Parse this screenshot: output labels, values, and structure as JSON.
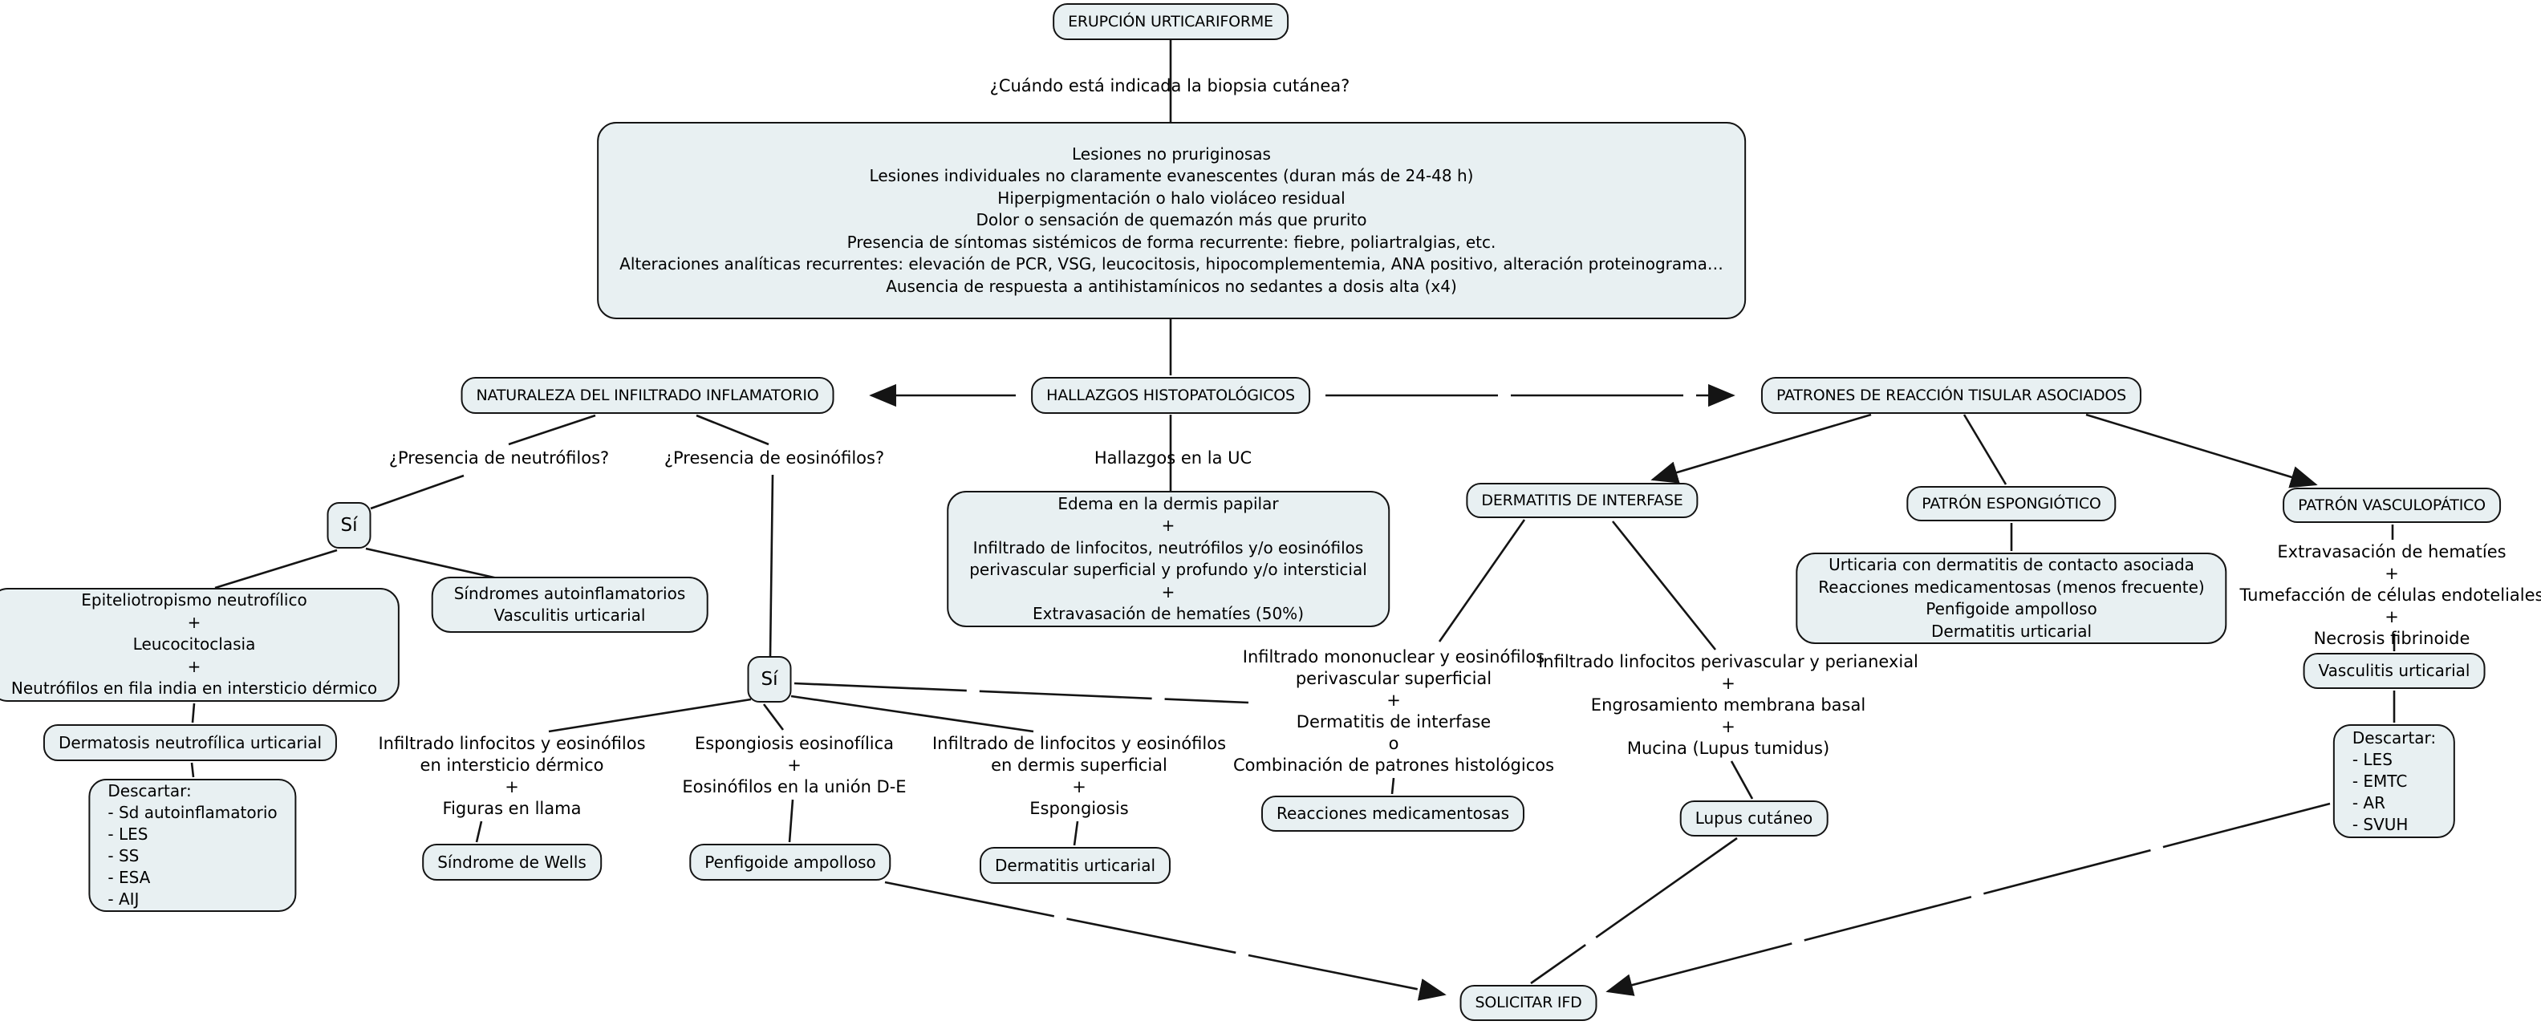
{
  "colors": {
    "node_fill": "#e8f0f2",
    "line": "#141414",
    "background": "#ffffff"
  },
  "nodes": {
    "erupcion": {
      "label": "ERUPCIÓN URTICARIFORME"
    },
    "criteria": {
      "label": "Lesiones no pruriginosas\nLesiones individuales no claramente evanescentes (duran más de 24-48 h)\nHiperpigmentación o halo violáceo residual\nDolor o sensación de quemazón más que prurito\nPresencia de síntomas sistémicos de forma recurrente: fiebre, poliartralgias, etc.\nAlteraciones analíticas recurrentes: elevación de PCR, VSG, leucocitosis, hipocomplementemia, ANA positivo, alteración proteinograma…\nAusencia de respuesta a antihistamínicos no sedantes a dosis alta (x4)"
    },
    "naturaleza": {
      "label": "NATURALEZA DEL INFILTRADO INFLAMATORIO"
    },
    "hallazgos": {
      "label": "HALLAZGOS HISTOPATOLÓGICOS"
    },
    "patrones": {
      "label": "PATRONES DE REACCIÓN TISULAR ASOCIADOS"
    },
    "si_izq": {
      "label": "Sí"
    },
    "si_centro": {
      "label": "Sí"
    },
    "dermatitis_interfase": {
      "label": "DERMATITIS DE INTERFASE"
    },
    "patron_espongiotico": {
      "label": "PATRÓN ESPONGIÓTICO"
    },
    "patron_vasculopatico": {
      "label": "PATRÓN VASCULOPÁTICO"
    },
    "hallazgos_uc_box": {
      "label": "Edema en la dermis papilar\n+\nInfiltrado de linfocitos, neutrófilos y/o eosinófilos\nperivascular superficial y profundo y/o intersticial\n+\nExtravasación de hematíes (50%)"
    },
    "sindromes": {
      "label": "Síndromes autoinflamatorios\nVasculitis urticarial"
    },
    "epiteliotropismo": {
      "label": "Epiteliotropismo neutrofílico\n+\nLeucocitoclasia\n+\nNeutrófilos en fila india en intersticio dérmico"
    },
    "urticaria_contacto": {
      "label": "Urticaria con dermatitis de contacto asociada\nReacciones medicamentosas (menos frecuente)\nPenfigoide ampolloso\nDermatitis urticarial"
    },
    "dermatosis_neutrofilica": {
      "label": "Dermatosis neutrofílica urticarial"
    },
    "descartar_izq": {
      "label": "Descartar:\n- Sd autoinflamatorio\n- LES\n- SS\n- ESA\n- AIJ"
    },
    "sindrome_wells": {
      "label": "Síndrome de Wells"
    },
    "penfigoide": {
      "label": "Penfigoide ampolloso"
    },
    "dermatitis_urticarial": {
      "label": "Dermatitis urticarial"
    },
    "reacciones_medicamentosas": {
      "label": "Reacciones medicamentosas"
    },
    "lupus_cutaneo": {
      "label": "Lupus cutáneo"
    },
    "vasculitis_urticarial": {
      "label": "Vasculitis urticarial"
    },
    "descartar_der": {
      "label": "Descartar:\n- LES\n- EMTC\n- AR\n- SVUH"
    },
    "solicitar_ifd": {
      "label": "SOLICITAR IFD"
    }
  },
  "labels": {
    "pregunta_biopsia": "¿Cuándo está indicada la biopsia cutánea?",
    "presencia_neutrofilos": "¿Presencia de neutrófilos?",
    "presencia_eosinofilos": "¿Presencia de eosinófilos?",
    "hallazgos_uc": "Hallazgos en la UC",
    "infiltrado_intersticio": "Infiltrado linfocitos y eosinófilos\nen intersticio dérmico\n+\nFiguras en llama",
    "espongiosis_eosinofilica": "Espongiosis eosinofílica\n+\nEosinófilos en la unión D-E",
    "infiltrado_dermis_superficial": "Infiltrado de linfocitos y eosinófilos\nen dermis superficial\n+\nEspongiosis",
    "infiltrado_mononuclear": "Infiltrado mononuclear y eosinófilos\nperivascular superficial\n+\nDermatitis de interfase\no\nCombinación de patrones histológicos",
    "infiltrado_perianexial": "Infiltrado linfocitos perivascular y perianexial\n+\nEngrosamiento membrana basal\n+\nMucina (Lupus tumidus)",
    "patron_vasculopatico_hallazgos": "Extravasación de hematíes\n+\nTumefacción de células endoteliales\n+\nNecrosis fibrinoide"
  }
}
